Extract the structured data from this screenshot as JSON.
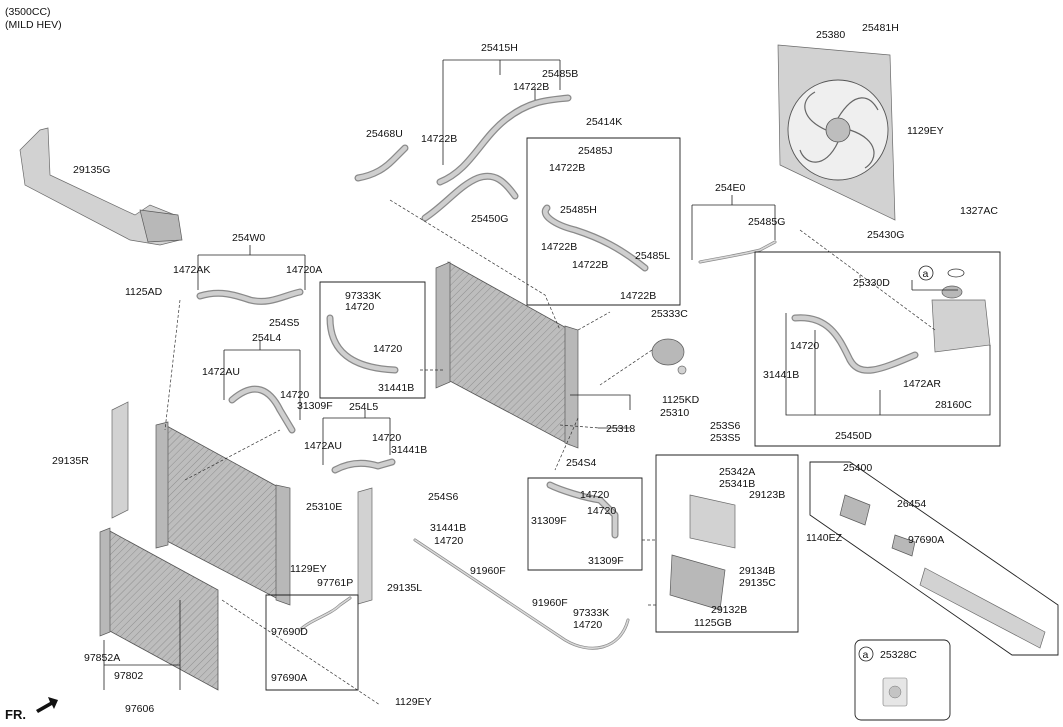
{
  "header": {
    "line1": "(3500CC)",
    "line2": "(MILD HEV)"
  },
  "footer": {
    "front_label": "FR.",
    "legend_letter": "a",
    "legend_part": "25328C"
  },
  "callouts": [
    "29135G",
    "1125AD",
    "254W0",
    "1472AK",
    "14720A",
    "254S5",
    "97333K",
    "14720",
    "254L4",
    "1472AU",
    "14720",
    "31309F",
    "14720",
    "31441B",
    "254L5",
    "1472AU",
    "14720",
    "31441B",
    "29135R",
    "25310E",
    "1129EY",
    "97761P",
    "29135L",
    "97690D",
    "97690A",
    "1129EY",
    "97852A",
    "97802",
    "97606",
    "25468U",
    "25415H",
    "14722B",
    "25485B",
    "14722B",
    "25414K",
    "25485J",
    "14722B",
    "25450G",
    "25485H",
    "14722B",
    "14722B",
    "25485L",
    "14722B",
    "254E0",
    "25485G",
    "25333C",
    "1125KD",
    "25310",
    "25318",
    "254S4",
    "14720",
    "31309F",
    "14720",
    "31309F",
    "254S6",
    "31441B",
    "14720",
    "91960F",
    "91960F",
    "97333K",
    "14720",
    "253S6",
    "253S5",
    "25342A",
    "25341B",
    "29123B",
    "29134B",
    "29135C",
    "29132B",
    "1125GB",
    "25380",
    "25481H",
    "1129EY",
    "1327AC",
    "25430G",
    "25330D",
    "14720",
    "31441B",
    "1472AR",
    "28160C",
    "25450D",
    "25400",
    "26454",
    "1140EZ",
    "97690A"
  ],
  "colors": {
    "line": "#222222",
    "part_fill": "#d2d2d2",
    "part_dark": "#b8b8b8",
    "background": "#ffffff"
  }
}
